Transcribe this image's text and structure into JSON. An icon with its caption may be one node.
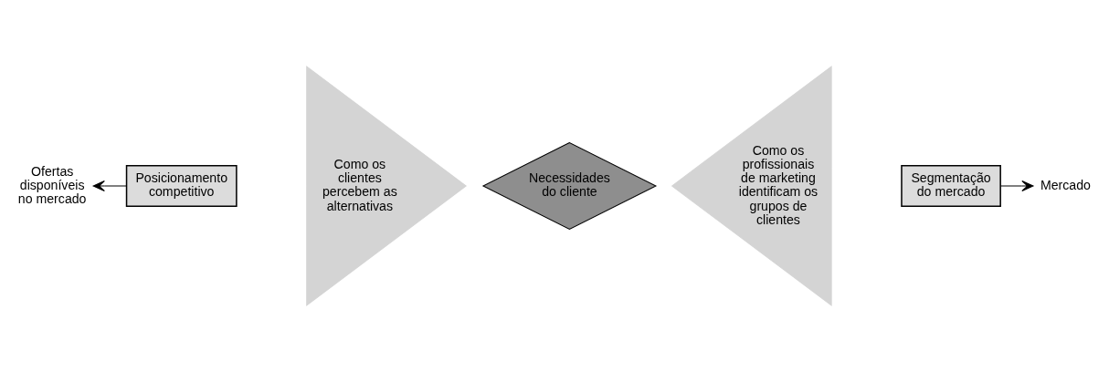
{
  "diagram": {
    "nodes": [
      {
        "text": [
          "Ofertas disponíveis no mercado"
        ]
      },
      {
        "text": [
          "Posicionamento competitivo"
        ]
      },
      {
        "text": [
          "Como os clientes percebem as alternativas"
        ]
      },
      {
        "text": [
          "Necessidades do cliente"
        ]
      },
      {
        "text": [
          "Como os profissionais de marketing identificam os grupos de clientes"
        ]
      },
      {
        "text": [
          "Segmentação do mercado"
        ]
      },
      {
        "text": [
          "Mercado"
        ]
      }
    ],
    "edges": [
      {
        "from": 1,
        "to": 0,
        "arrow": "to"
      },
      {
        "from": 5,
        "to": 6,
        "arrow": "to"
      }
    ]
  }
}
